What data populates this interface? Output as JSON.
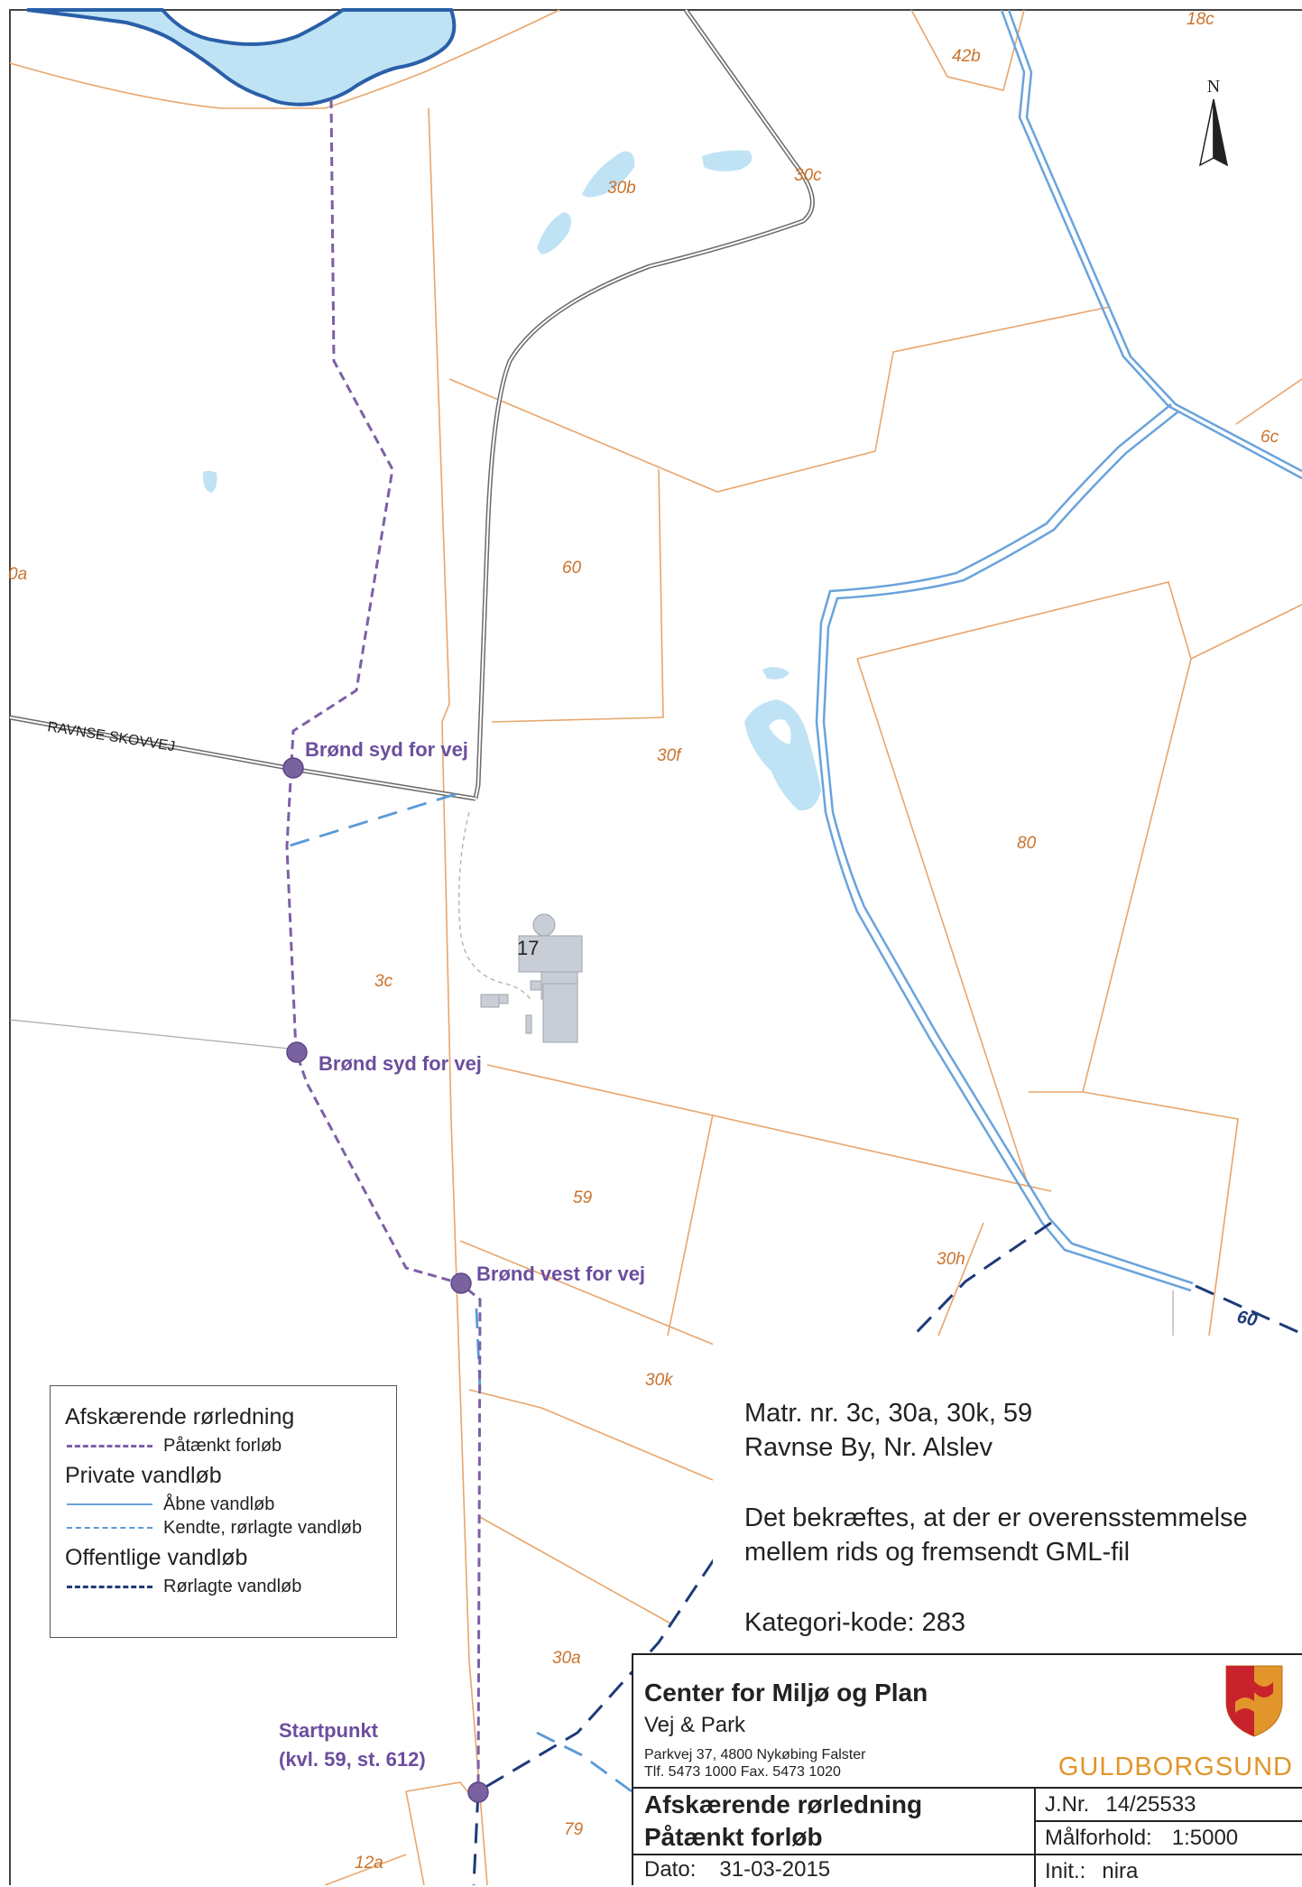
{
  "map": {
    "north_label": "N",
    "road_label": "RAVNSE SKOVVEJ",
    "building_number": "17",
    "parcels": [
      "18c",
      "42b",
      "30b",
      "30c",
      "6c",
      "0a",
      "60",
      "30f",
      "80",
      "3c",
      "59",
      "30h",
      "30k",
      "30a",
      "79",
      "12a"
    ],
    "points": [
      {
        "label": "Brønd syd for vej"
      },
      {
        "label": "Brønd syd for vej"
      },
      {
        "label": "Brønd vest for vej"
      },
      {
        "label_lines": [
          "Startpunkt",
          "(kvl. 59, st. 612)"
        ]
      }
    ],
    "watercourse_label": "60",
    "colors": {
      "parcel_line": "#e8a56c",
      "planned_pipeline": "#7e5fa6",
      "open_watercourse": "#6aa3dc",
      "piped_private": "#6aa3dc",
      "piped_public": "#1e3a78",
      "water_fill": "#bfe3f5",
      "building": "#c9ced6"
    }
  },
  "legend": {
    "group1_title": "Afskærende rørledning",
    "group1_item": "Påtænkt forløb",
    "group2_title": "Private vandløb",
    "group2_item1": "Åbne vandløb",
    "group2_item2": "Kendte, rørlagte vandløb",
    "group3_title": "Offentlige vandløb",
    "group3_item": "Rørlagte vandløb"
  },
  "info": {
    "line1": "Matr. nr.  3c, 30a, 30k, 59",
    "line2": "Ravnse By, Nr. Alslev",
    "line3": "Det bekræftes, at der er overensstemmelse",
    "line4": "mellem rids og fremsendt GML-fil",
    "line5": "Kategori-kode: 283"
  },
  "titleblock": {
    "org": "Center for Miljø og Plan",
    "dept": "Vej & Park",
    "address1": "Parkvej 37, 4800 Nykøbing Falster",
    "address2": "Tlf. 5473 1000 Fax. 5473 1020",
    "brand": "GULDBORGSUND",
    "title1": "Afskærende rørledning",
    "title2": "Påtænkt forløb",
    "date_label": "Dato:",
    "date_value": "31-03-2015",
    "jnr_label": "J.Nr.",
    "jnr_value": "14/25533",
    "scale_label": "Målforhold:",
    "scale_value": "1:5000",
    "init_label": "Init.:",
    "init_value": "nira"
  }
}
